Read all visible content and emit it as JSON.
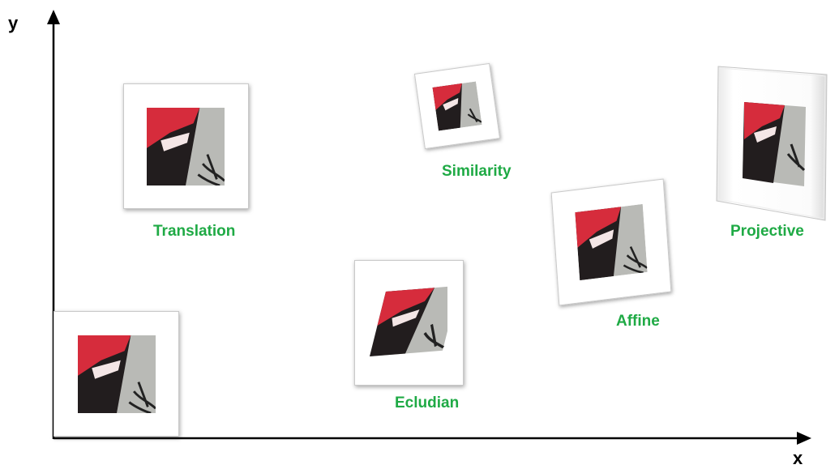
{
  "axes": {
    "x_label": "x",
    "y_label": "y"
  },
  "colors": {
    "label": "#1faa45",
    "patch_red": "#d62c3c",
    "patch_dark": "#221d1e",
    "patch_gray": "#b9bab6",
    "patch_white": "#f4e6e6"
  },
  "transforms": [
    {
      "name": "original",
      "label": ""
    },
    {
      "name": "translation",
      "label": "Translation"
    },
    {
      "name": "euclidean",
      "label": "Ecludian"
    },
    {
      "name": "similarity",
      "label": "Similarity"
    },
    {
      "name": "affine",
      "label": "Affine"
    },
    {
      "name": "projective",
      "label": "Projective"
    }
  ]
}
